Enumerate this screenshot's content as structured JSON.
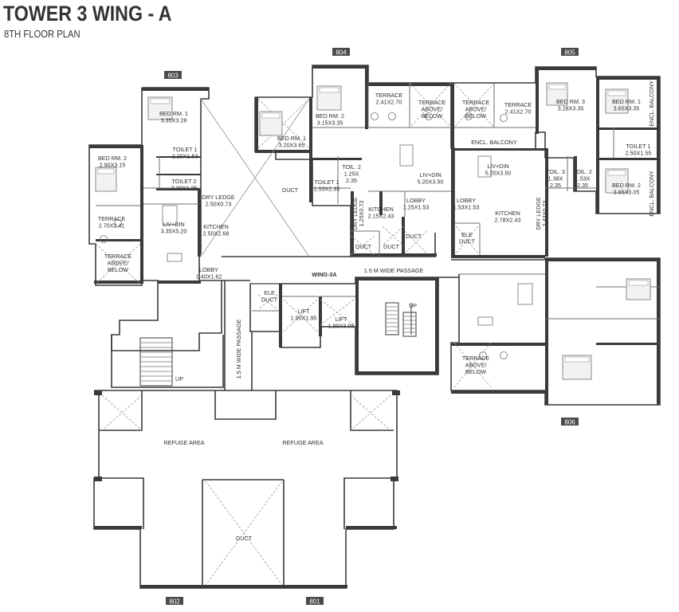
{
  "header": {
    "title": "TOWER 3 WING - A",
    "subtitle": "8TH FLOOR PLAN"
  },
  "colors": {
    "wall": "#3a3a3a",
    "line": "#6f6f6f",
    "thin": "#9a9a9a",
    "text": "#2e2e2e",
    "tag_bg": "#4a4a4a",
    "tag_text": "#ffffff"
  },
  "unit_tags": [
    "803",
    "804",
    "805",
    "806",
    "802",
    "801"
  ],
  "labels": {
    "wing": "WING-3A",
    "passage_h": "1.5 M WIDE PASSAGE",
    "passage_v": "1.5 M WIDE PASSAGE",
    "refuge_left": "REFUGE AREA",
    "refuge_right": "REFUGE AREA",
    "duct_main": "DUCT",
    "duct_bottom": "DUCT",
    "up_left": "UP",
    "up_right": "UP",
    "lift1": [
      "LIFT",
      "1.90X1.95"
    ],
    "lift2": [
      "LIFT",
      "1.90X3.05"
    ],
    "ele_duct_mid": [
      "ELE",
      "DUCT"
    ],
    "ele_duct_right": [
      "ELE",
      "DUCT"
    ],
    "duct_small_1": "DUCT",
    "duct_small_2": "DUCT",
    "duct_small_3": "DUCT"
  },
  "rooms": {
    "u803": {
      "bed1": [
        "BED RM. 1",
        "3.35X3.28"
      ],
      "bed2": [
        "BED RM. 2",
        "2.90X3.15"
      ],
      "toilet1": [
        "TOILET 1",
        "2.20X1.53"
      ],
      "toilet2": [
        "TOILET 2",
        "2.20X1.25"
      ],
      "dry_ledge": [
        "DRY LEDGE",
        "2.50X0.73"
      ],
      "terrace": [
        "TERRACE",
        "2.70X2.41"
      ],
      "terrace_above": [
        "TERRACE",
        "ABOVE/",
        "BELOW"
      ],
      "liv_din": [
        "LIV+DIN",
        "3.35X5.20"
      ],
      "kitchen": [
        "KITCHEN",
        "2.50X2.68"
      ],
      "lobby": [
        "LOBBY",
        "1.40X1.62"
      ]
    },
    "u804": {
      "bed1": [
        "BED RM. 1",
        "3.20X3.65"
      ],
      "bed2": [
        "BED RM. 2",
        "3.15X3.35"
      ],
      "terrace": [
        "TERRACE",
        "2.41X2.70"
      ],
      "terrace_above": [
        "TERRACE",
        "ABOVE/",
        "BELOW"
      ],
      "toilet1": [
        "TOILET 1",
        "1.53X2.35"
      ],
      "toilet2": [
        "TOIL. 2",
        "1.25X",
        "2.35"
      ],
      "liv_din": [
        "LIV+DIN",
        "5.20X3.50"
      ],
      "dry_ledge": [
        "DRY LEDGE",
        "1.25X0.73"
      ],
      "kitchen": [
        "KITCHEN",
        "2.15X2.43"
      ],
      "lobby": [
        "LOBBY",
        "1.25X1.53"
      ]
    },
    "u805": {
      "terrace_above": [
        "TERRACE",
        "ABOVE/",
        "BELOW"
      ],
      "terrace": [
        "TERRACE",
        "2.41X2.70"
      ],
      "bed3": [
        "BED RM. 3",
        "3.28X3.35"
      ],
      "bed1": [
        "BED RM. 1",
        "3.65X3.35"
      ],
      "encl_balcony_top": "ENCL. BALCONY",
      "encl_balcony_side1": "ENCL. BALCONY",
      "encl_balcony_side2": "ENCL. BALCONY",
      "liv_din": [
        "LIV+DIN",
        "5.20X3.50"
      ],
      "toilet3": [
        "TOIL. 3",
        "1.38X",
        "2.35"
      ],
      "toilet2": [
        "TOIL. 2",
        "1.53X",
        "2.35"
      ],
      "toilet1": [
        "TOILET 1",
        "2.50X1.55"
      ],
      "bed2": [
        "BED RM. 2",
        "3.65X3.05"
      ],
      "lobby": [
        "LOBBY",
        "1.53X1.53"
      ],
      "kitchen": [
        "KITCHEN",
        "2.78X2.43"
      ],
      "dry_ledge": [
        "DRY LEDGE",
        "2.43X0.73"
      ]
    },
    "u806": {
      "terrace_above": [
        "TERRACE",
        "ABOVE/",
        "BELOW"
      ]
    }
  }
}
